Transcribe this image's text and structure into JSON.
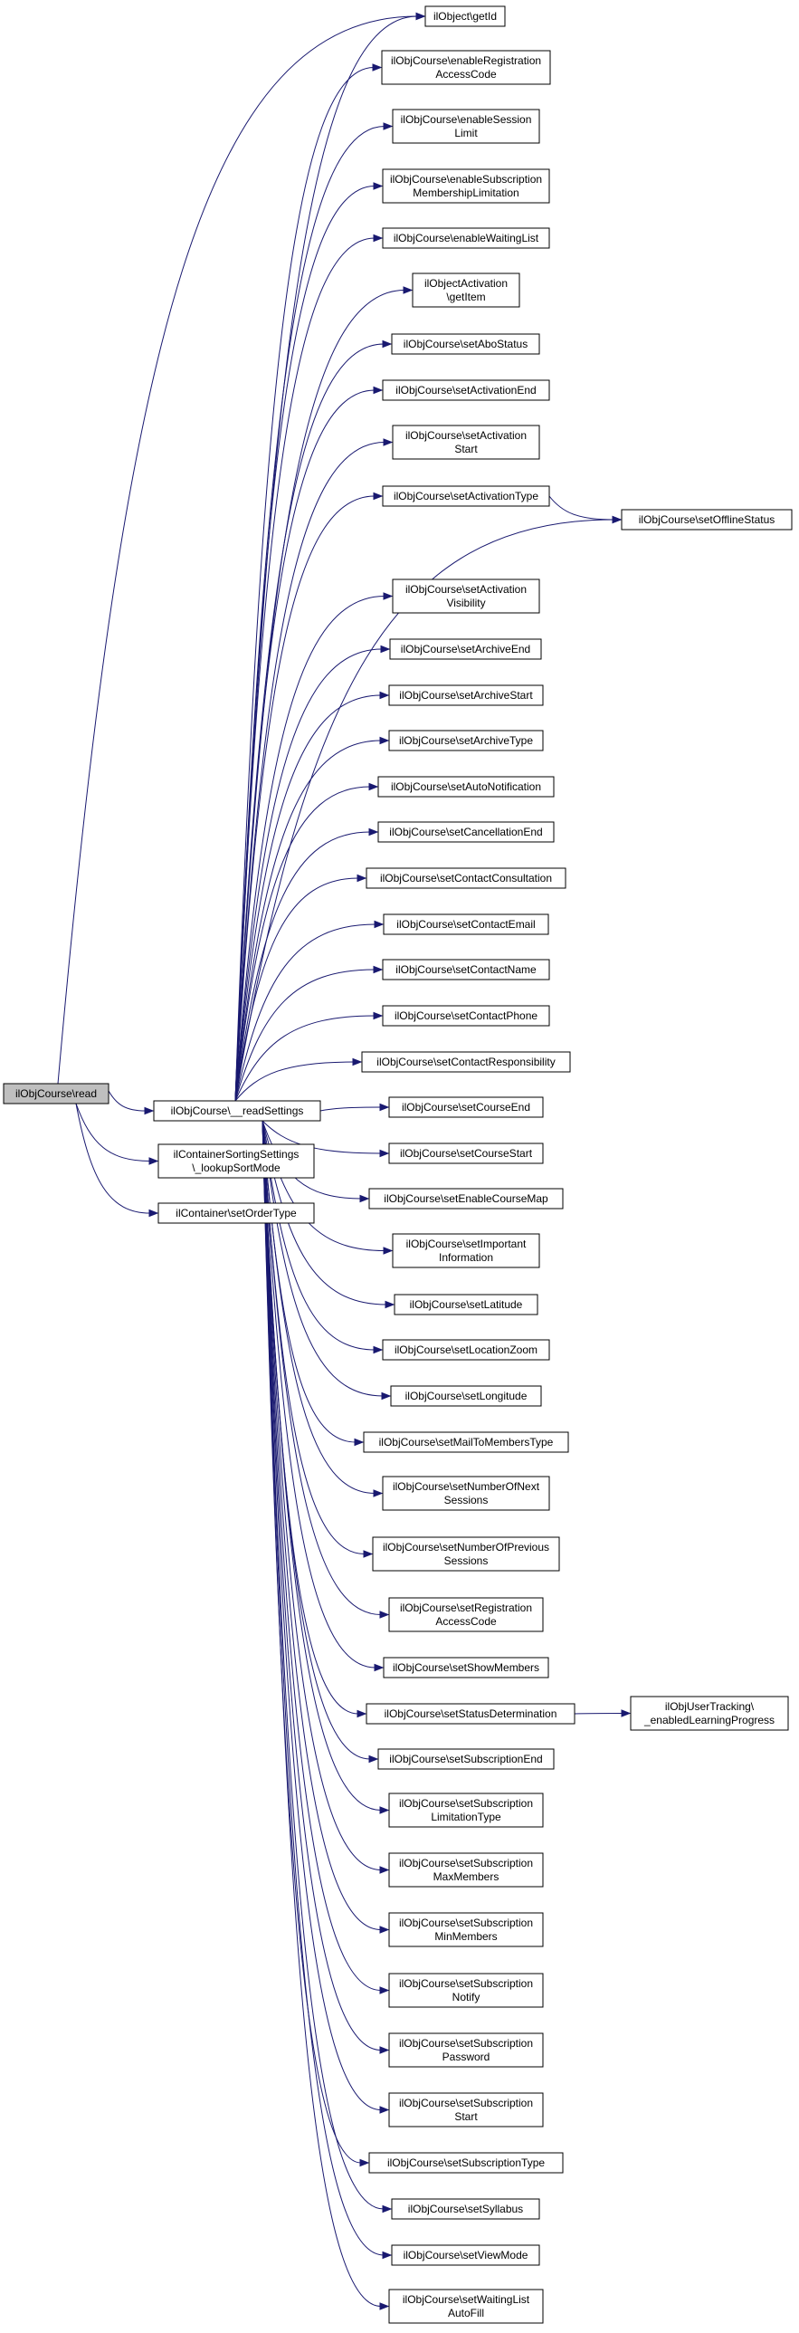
{
  "diagram": {
    "type": "call-graph",
    "colors": {
      "edge": "#191970",
      "root_fill": "#bfbfbf",
      "node_fill": "#ffffff",
      "node_border": "#000000"
    },
    "nodes": {
      "read": {
        "lines": [
          "ilObjCourse\\read"
        ]
      },
      "readSettings": {
        "lines": [
          "ilObjCourse\\__readSettings"
        ]
      },
      "lookupSortMode": {
        "lines": [
          "ilContainerSortingSettings",
          "\\_lookupSortMode"
        ]
      },
      "setOrderType": {
        "lines": [
          "ilContainer\\setOrderType"
        ]
      },
      "getId": {
        "lines": [
          "ilObject\\getId"
        ]
      },
      "enableRegistrationAccessCode": {
        "lines": [
          "ilObjCourse\\enableRegistration",
          "AccessCode"
        ]
      },
      "enableSessionLimit": {
        "lines": [
          "ilObjCourse\\enableSession",
          "Limit"
        ]
      },
      "enableSubscriptionMembershipLimitation": {
        "lines": [
          "ilObjCourse\\enableSubscription",
          "MembershipLimitation"
        ]
      },
      "enableWaitingList": {
        "lines": [
          "ilObjCourse\\enableWaitingList"
        ]
      },
      "getItem": {
        "lines": [
          "ilObjectActivation",
          "\\getItem"
        ]
      },
      "setAboStatus": {
        "lines": [
          "ilObjCourse\\setAboStatus"
        ]
      },
      "setActivationEnd": {
        "lines": [
          "ilObjCourse\\setActivationEnd"
        ]
      },
      "setActivationStart": {
        "lines": [
          "ilObjCourse\\setActivation",
          "Start"
        ]
      },
      "setActivationType": {
        "lines": [
          "ilObjCourse\\setActivationType"
        ]
      },
      "setOfflineStatus": {
        "lines": [
          "ilObjCourse\\setOfflineStatus"
        ]
      },
      "setActivationVisibility": {
        "lines": [
          "ilObjCourse\\setActivation",
          "Visibility"
        ]
      },
      "setArchiveEnd": {
        "lines": [
          "ilObjCourse\\setArchiveEnd"
        ]
      },
      "setArchiveStart": {
        "lines": [
          "ilObjCourse\\setArchiveStart"
        ]
      },
      "setArchiveType": {
        "lines": [
          "ilObjCourse\\setArchiveType"
        ]
      },
      "setAutoNotification": {
        "lines": [
          "ilObjCourse\\setAutoNotification"
        ]
      },
      "setCancellationEnd": {
        "lines": [
          "ilObjCourse\\setCancellationEnd"
        ]
      },
      "setContactConsultation": {
        "lines": [
          "ilObjCourse\\setContactConsultation"
        ]
      },
      "setContactEmail": {
        "lines": [
          "ilObjCourse\\setContactEmail"
        ]
      },
      "setContactName": {
        "lines": [
          "ilObjCourse\\setContactName"
        ]
      },
      "setContactPhone": {
        "lines": [
          "ilObjCourse\\setContactPhone"
        ]
      },
      "setContactResponsibility": {
        "lines": [
          "ilObjCourse\\setContactResponsibility"
        ]
      },
      "setCourseEnd": {
        "lines": [
          "ilObjCourse\\setCourseEnd"
        ]
      },
      "setCourseStart": {
        "lines": [
          "ilObjCourse\\setCourseStart"
        ]
      },
      "setEnableCourseMap": {
        "lines": [
          "ilObjCourse\\setEnableCourseMap"
        ]
      },
      "setImportantInformation": {
        "lines": [
          "ilObjCourse\\setImportant",
          "Information"
        ]
      },
      "setLatitude": {
        "lines": [
          "ilObjCourse\\setLatitude"
        ]
      },
      "setLocationZoom": {
        "lines": [
          "ilObjCourse\\setLocationZoom"
        ]
      },
      "setLongitude": {
        "lines": [
          "ilObjCourse\\setLongitude"
        ]
      },
      "setMailToMembersType": {
        "lines": [
          "ilObjCourse\\setMailToMembersType"
        ]
      },
      "setNumberOfNextSessions": {
        "lines": [
          "ilObjCourse\\setNumberOfNext",
          "Sessions"
        ]
      },
      "setNumberOfPreviousSessions": {
        "lines": [
          "ilObjCourse\\setNumberOfPrevious",
          "Sessions"
        ]
      },
      "setRegistrationAccessCode": {
        "lines": [
          "ilObjCourse\\setRegistration",
          "AccessCode"
        ]
      },
      "setShowMembers": {
        "lines": [
          "ilObjCourse\\setShowMembers"
        ]
      },
      "setStatusDetermination": {
        "lines": [
          "ilObjCourse\\setStatusDetermination"
        ]
      },
      "enabledLearningProgress": {
        "lines": [
          "ilObjUserTracking\\",
          "_enabledLearningProgress"
        ]
      },
      "setSubscriptionEnd": {
        "lines": [
          "ilObjCourse\\setSubscriptionEnd"
        ]
      },
      "setSubscriptionLimitationType": {
        "lines": [
          "ilObjCourse\\setSubscription",
          "LimitationType"
        ]
      },
      "setSubscriptionMaxMembers": {
        "lines": [
          "ilObjCourse\\setSubscription",
          "MaxMembers"
        ]
      },
      "setSubscriptionMinMembers": {
        "lines": [
          "ilObjCourse\\setSubscription",
          "MinMembers"
        ]
      },
      "setSubscriptionNotify": {
        "lines": [
          "ilObjCourse\\setSubscription",
          "Notify"
        ]
      },
      "setSubscriptionPassword": {
        "lines": [
          "ilObjCourse\\setSubscription",
          "Password"
        ]
      },
      "setSubscriptionStart": {
        "lines": [
          "ilObjCourse\\setSubscription",
          "Start"
        ]
      },
      "setSubscriptionType": {
        "lines": [
          "ilObjCourse\\setSubscriptionType"
        ]
      },
      "setSyllabus": {
        "lines": [
          "ilObjCourse\\setSyllabus"
        ]
      },
      "setViewMode": {
        "lines": [
          "ilObjCourse\\setViewMode"
        ]
      },
      "setWaitingListAutoFill": {
        "lines": [
          "ilObjCourse\\setWaitingList",
          "AutoFill"
        ]
      }
    },
    "edges": [
      [
        "read",
        "readSettings"
      ],
      [
        "read",
        "lookupSortMode"
      ],
      [
        "read",
        "setOrderType"
      ],
      [
        "read",
        "getId"
      ],
      [
        "readSettings",
        "getId"
      ],
      [
        "readSettings",
        "enableRegistrationAccessCode"
      ],
      [
        "readSettings",
        "enableSessionLimit"
      ],
      [
        "readSettings",
        "enableSubscriptionMembershipLimitation"
      ],
      [
        "readSettings",
        "enableWaitingList"
      ],
      [
        "readSettings",
        "getItem"
      ],
      [
        "readSettings",
        "setAboStatus"
      ],
      [
        "readSettings",
        "setActivationEnd"
      ],
      [
        "readSettings",
        "setActivationStart"
      ],
      [
        "readSettings",
        "setActivationType"
      ],
      [
        "readSettings",
        "setOfflineStatus"
      ],
      [
        "readSettings",
        "setActivationVisibility"
      ],
      [
        "readSettings",
        "setArchiveEnd"
      ],
      [
        "readSettings",
        "setArchiveStart"
      ],
      [
        "readSettings",
        "setArchiveType"
      ],
      [
        "readSettings",
        "setAutoNotification"
      ],
      [
        "readSettings",
        "setCancellationEnd"
      ],
      [
        "readSettings",
        "setContactConsultation"
      ],
      [
        "readSettings",
        "setContactEmail"
      ],
      [
        "readSettings",
        "setContactName"
      ],
      [
        "readSettings",
        "setContactPhone"
      ],
      [
        "readSettings",
        "setContactResponsibility"
      ],
      [
        "readSettings",
        "setCourseEnd"
      ],
      [
        "readSettings",
        "setCourseStart"
      ],
      [
        "readSettings",
        "setEnableCourseMap"
      ],
      [
        "readSettings",
        "setImportantInformation"
      ],
      [
        "readSettings",
        "setLatitude"
      ],
      [
        "readSettings",
        "setLocationZoom"
      ],
      [
        "readSettings",
        "setLongitude"
      ],
      [
        "readSettings",
        "setMailToMembersType"
      ],
      [
        "readSettings",
        "setNumberOfNextSessions"
      ],
      [
        "readSettings",
        "setNumberOfPreviousSessions"
      ],
      [
        "readSettings",
        "setRegistrationAccessCode"
      ],
      [
        "readSettings",
        "setShowMembers"
      ],
      [
        "readSettings",
        "setStatusDetermination"
      ],
      [
        "readSettings",
        "setSubscriptionEnd"
      ],
      [
        "readSettings",
        "setSubscriptionLimitationType"
      ],
      [
        "readSettings",
        "setSubscriptionMaxMembers"
      ],
      [
        "readSettings",
        "setSubscriptionMinMembers"
      ],
      [
        "readSettings",
        "setSubscriptionNotify"
      ],
      [
        "readSettings",
        "setSubscriptionPassword"
      ],
      [
        "readSettings",
        "setSubscriptionStart"
      ],
      [
        "readSettings",
        "setSubscriptionType"
      ],
      [
        "readSettings",
        "setSyllabus"
      ],
      [
        "readSettings",
        "setViewMode"
      ],
      [
        "readSettings",
        "setWaitingListAutoFill"
      ],
      [
        "setActivationType",
        "setOfflineStatus"
      ],
      [
        "setStatusDetermination",
        "enabledLearningProgress"
      ]
    ]
  }
}
